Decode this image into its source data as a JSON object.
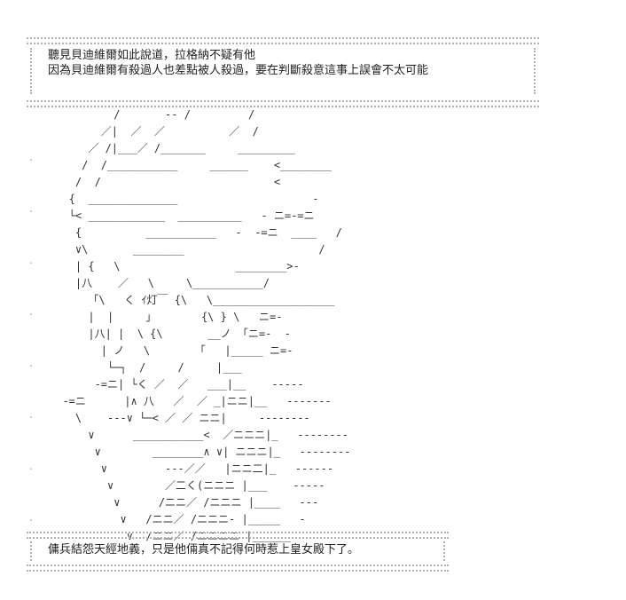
{
  "top_box": {
    "line1": "聽見貝迪維爾如此說道，拉格納不疑有他",
    "line2": "因為貝迪維爾有殺過人也差點被人殺過，要在判斷殺意這事上誤會不太可能"
  },
  "bottom_box": {
    "line1": "傭兵結怨天經地義，只是他倆真不記得何時惹上皇女殿下了。"
  },
  "art": {
    "text": "          /       -‐ /         /\n        ／|  ／  ／          ／  /\n      ／ /|___／ /_______     _________\n     /  /___________     ______    <________\n    /  /                           <\n   {  ______________                     ‐\n   └< ____________  __________   - ニ=‐=ニ\n    {          ___________   -  -=ニ  ____   /\n    ∨\\       ________                     /\n    | {   \\                  ________>‐\n    |八    ／   \\     \\___________/\n      「\\   く ｲ灯￣ {\\   \\___________________\n      |  |     」       {\\ } \\   ニ=‐\n      |八| |  \\ {\\       __ノ 「ニ=‐  -\n        | ノ   \\       「   |_____ ニ=‐\n         └─┐  /     /     |___\n       -=ニ| └く ／  ／   ___|__    -----\n  -=ニ      |∧ 八   ／  ／ _|ニニ|__   -------\n    \\    ---∨ └─< ／ ／ ニニ|     --------\n      ∨      ___________<  ／ニニニ|_   --------\n       ∨        ________∧ ∨| ニニニ|_   --------\n        ∨         ---／／   |ニニ二|_   ------\n         ∨        ／二く(ニニニ |___    -----\n          ∨      /ニニ／ /ニニニ |____   ---\n           ∨   /ニニ／ /ニニニ‐ |_____   -\n            ∨  /ニニ／ /ニニニニ |______"
  }
}
